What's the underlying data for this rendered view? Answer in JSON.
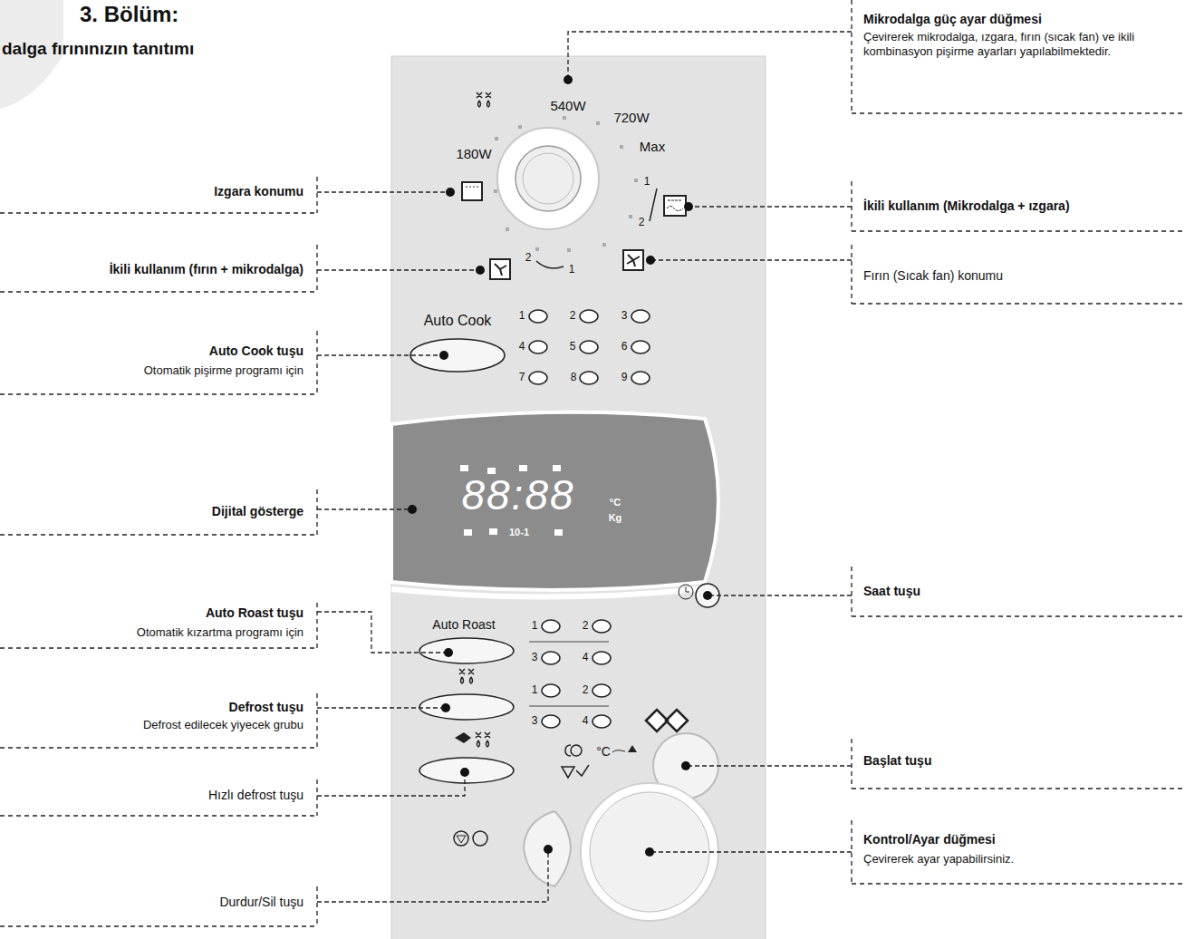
{
  "diagram": {
    "title": "3. Bölüm:",
    "nodes": [
      {
        "text": [
          "540W",
          "720W",
          "Max",
          "180W",
          "1",
          "2",
          "2",
          "1",
          "Auto Cook",
          "1",
          "2",
          "3",
          "4",
          "5",
          "6",
          "7",
          "8",
          "9",
          "Auto Roast",
          "1",
          "2",
          "3",
          "4",
          "1",
          "2",
          "3",
          "4",
          "°C"
        ]
      },
      {
        "text": [
          "88:88",
          "°C",
          "Kg",
          "10-1"
        ],
        "in": 0
      }
    ],
    "labels": [
      "dalga fırınınızın tanıtımı",
      "Mikrodalga güç ayar düğmesi",
      "Çevirerek mikrodalga, ızgara, fırın (sıcak fan) ve ikili kombinasyon pişirme ayarları yapılabilmektedir.",
      "Izgara konumu",
      "İkili kullanım (Mikrodalga + ızgara)",
      "İkili kullanım (fırın + mikrodalga)",
      "Fırın (Sıcak fan) konumu",
      "Auto Cook tuşu",
      "Otomatik pişirme programı için",
      "Dijital gösterge",
      "Saat tuşu",
      "Auto Roast tuşu",
      "Otomatik kızartma programı için",
      "Defrost tuşu",
      "Defrost edilecek yiyecek grubu",
      "Başlat tuşu",
      "Hızlı defrost tuşu",
      "Kontrol/Ayar düğmesi",
      "Çevirerek ayar yapabilirsiniz.",
      "Durdur/Sil tuşu"
    ]
  }
}
